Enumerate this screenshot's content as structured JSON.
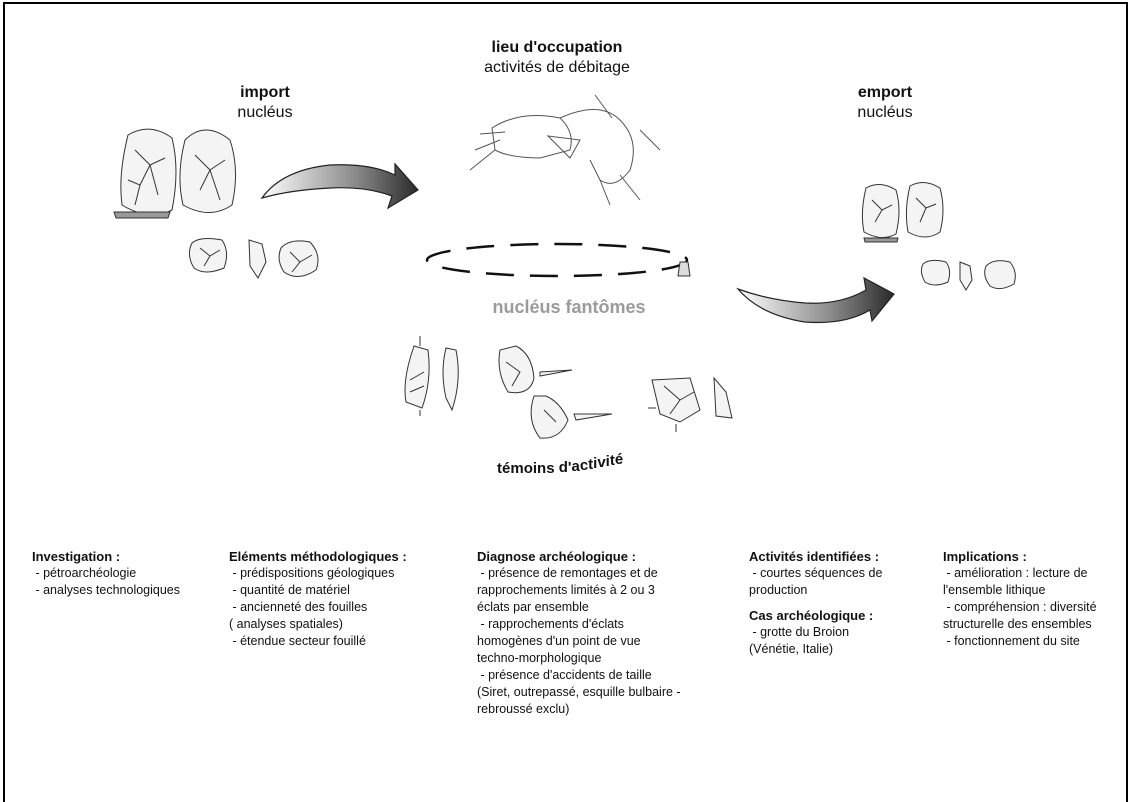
{
  "diagram": {
    "site": {
      "title": "lieu d'occupation",
      "subtitle": "activités de débitage"
    },
    "import": {
      "title": "import",
      "subtitle": "nucléus"
    },
    "export": {
      "title": "emport",
      "subtitle": "nucléus"
    },
    "ghost_cores": "nucléus fantômes",
    "witnesses": [
      "té",
      "m",
      "o",
      "i",
      "n",
      "s",
      " ",
      "d",
      "'",
      "a",
      "c",
      "t",
      "i",
      "v",
      "i",
      "t",
      "é"
    ]
  },
  "columns": [
    {
      "title": "Investigation :",
      "items": [
        " - pétroarchéologie",
        " - analyses technologiques"
      ]
    },
    {
      "title": "Eléments méthodologiques :",
      "items": [
        " - prédispositions géologiques",
        " - quantité de matériel",
        " - ancienneté des fouilles",
        "( analyses spatiales)",
        " - étendue secteur fouillé"
      ]
    },
    {
      "title": "Diagnose archéologique :",
      "items": [
        " - présence de remontages et de",
        "rapprochements limités à 2 ou 3",
        "éclats par ensemble",
        " - rapprochements d'éclats",
        "homogènes d'un point de vue",
        "techno-morphologique",
        " - présence d'accidents de taille",
        "(Siret, outrepassé, esquille bulbaire -",
        "rebroussé exclu)"
      ]
    },
    {
      "title": "Activités identifiées :",
      "items": [
        " - courtes séquences de",
        "production"
      ],
      "title2": "Cas archéologique :",
      "items2": [
        " - grotte du Broion",
        "(Vénétie, Italie)"
      ]
    },
    {
      "title": "Implications :",
      "items": [
        " - amélioration : lecture de",
        "l'ensemble lithique",
        " - compréhension : diversité",
        "structurelle des ensembles",
        " - fonctionnement du site"
      ]
    }
  ]
}
